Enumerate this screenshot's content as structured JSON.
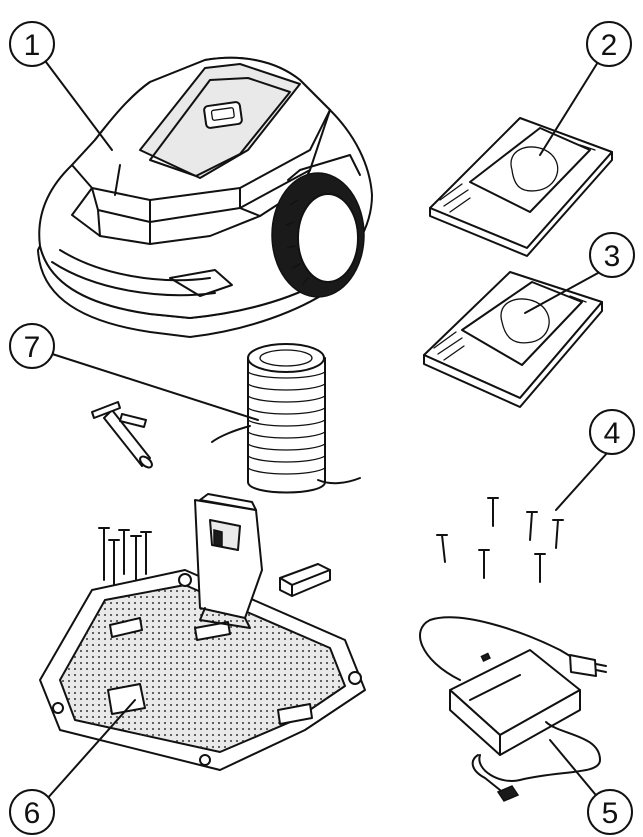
{
  "callouts": [
    {
      "id": "c1",
      "label": "1",
      "part": "robotic-mower"
    },
    {
      "id": "c2",
      "label": "2",
      "part": "manual-booklet-a"
    },
    {
      "id": "c3",
      "label": "3",
      "part": "manual-booklet-b"
    },
    {
      "id": "c4",
      "label": "4",
      "part": "pegs"
    },
    {
      "id": "c5",
      "label": "5",
      "part": "power-adapter"
    },
    {
      "id": "c6",
      "label": "6",
      "part": "charging-base"
    },
    {
      "id": "c7",
      "label": "7",
      "part": "boundary-wire-spool"
    }
  ],
  "colors": {
    "line": "#111111",
    "background": "#ffffff"
  }
}
